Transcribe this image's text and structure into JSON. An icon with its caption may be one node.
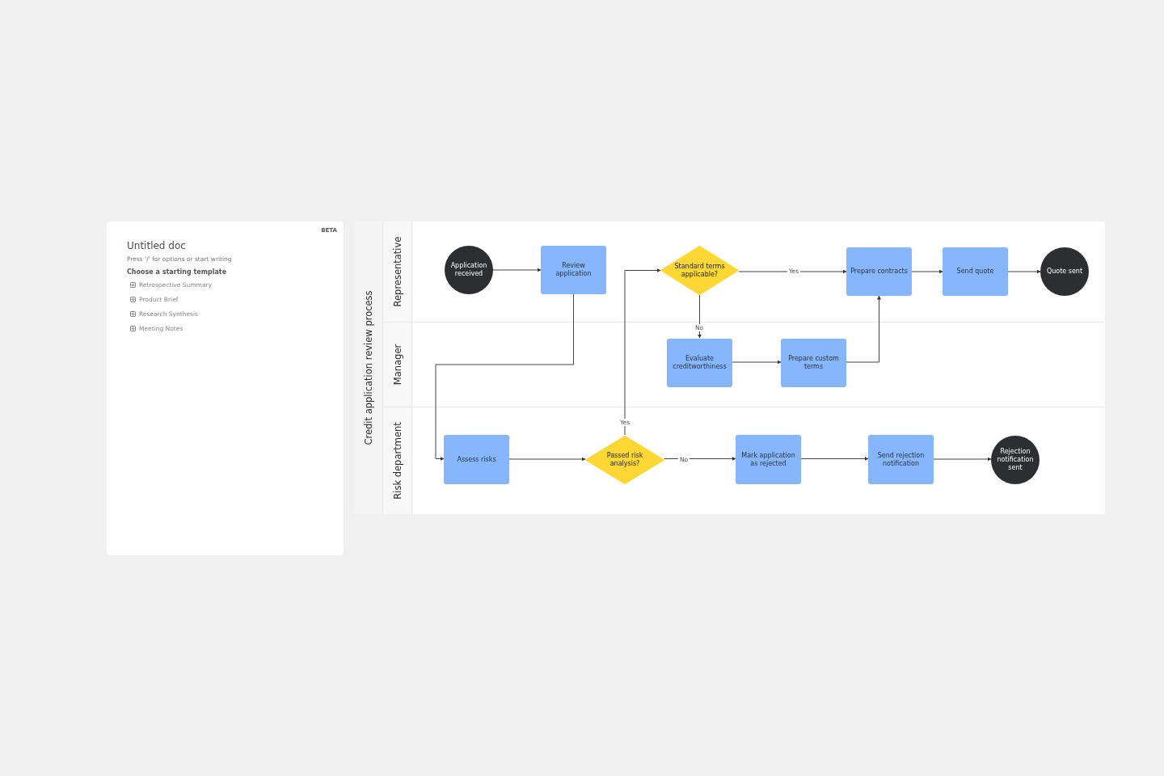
{
  "diagram": {
    "nodes": [
      {
        "text": [
          "BETA",
          "Untitled doc",
          "Press '/' for options or start writing",
          "Choose a starting template",
          "Retrospective Summary",
          "Product Brief",
          "Research Synthesis",
          "Meeting Notes"
        ]
      },
      {
        "text": [
          "Credit application review process"
        ]
      },
      {
        "text": [
          "Representative"
        ],
        "in": 1
      },
      {
        "text": [
          "Manager"
        ],
        "in": 1
      },
      {
        "text": [
          "Risk department"
        ],
        "in": 1
      },
      {
        "text": [
          "Application received"
        ],
        "in": 2
      },
      {
        "text": [
          "Review application"
        ],
        "in": 2
      },
      {
        "text": [
          "Standard terms applicable?"
        ],
        "in": 2
      },
      {
        "text": [
          "Prepare contracts"
        ],
        "in": 2
      },
      {
        "text": [
          "Send quote"
        ],
        "in": 2
      },
      {
        "text": [
          "Quote sent"
        ],
        "in": 2
      },
      {
        "text": [
          "Evaluate creditworthiness"
        ],
        "in": 3
      },
      {
        "text": [
          "Prepare custom terms"
        ],
        "in": 3
      },
      {
        "text": [
          "Assess risks"
        ],
        "in": 4
      },
      {
        "text": [
          "Passed risk analysis?"
        ],
        "in": 4
      },
      {
        "text": [
          "Mark application as rejected"
        ],
        "in": 4
      },
      {
        "text": [
          "Send rejection notification"
        ],
        "in": 4
      },
      {
        "text": [
          "Rejection notification sent"
        ],
        "in": 4
      }
    ],
    "edges": [
      {
        "from": 5,
        "to": 6,
        "arrow": "to"
      },
      {
        "from": 6,
        "to": 13,
        "arrow": "to"
      },
      {
        "from": 13,
        "to": 14,
        "arrow": "to"
      },
      {
        "from": 14,
        "to": 7,
        "arrow": "to",
        "label": "Yes"
      },
      {
        "from": 7,
        "to": 8,
        "arrow": "to",
        "label": "Yes"
      },
      {
        "from": 7,
        "to": 11,
        "arrow": "to",
        "label": "No"
      },
      {
        "from": 11,
        "to": 12,
        "arrow": "to"
      },
      {
        "from": 12,
        "to": 8,
        "arrow": "to"
      },
      {
        "from": 8,
        "to": 9,
        "arrow": "to"
      },
      {
        "from": 9,
        "to": 10,
        "arrow": "to"
      },
      {
        "from": 14,
        "to": 15,
        "arrow": "to",
        "label": "No"
      },
      {
        "from": 15,
        "to": 16,
        "arrow": "to"
      },
      {
        "from": 16,
        "to": 17,
        "arrow": "to"
      }
    ]
  }
}
